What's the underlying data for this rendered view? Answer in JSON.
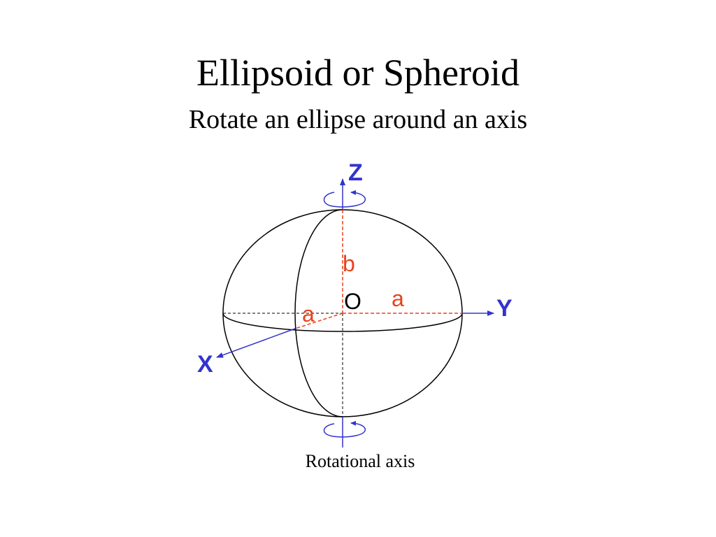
{
  "title": "Ellipsoid or Spheroid",
  "subtitle": "Rotate an ellipse around an axis",
  "labels": {
    "z_axis": "Z",
    "y_axis": "Y",
    "x_axis": "X",
    "origin": "O",
    "semi_minor": "b",
    "semi_major_y": "a",
    "semi_major_x": "a",
    "rotational_axis": "Rotational axis"
  },
  "colors": {
    "axis_blue": "#3333cc",
    "dimension_red": "#e8421c",
    "outline": "#000000"
  }
}
